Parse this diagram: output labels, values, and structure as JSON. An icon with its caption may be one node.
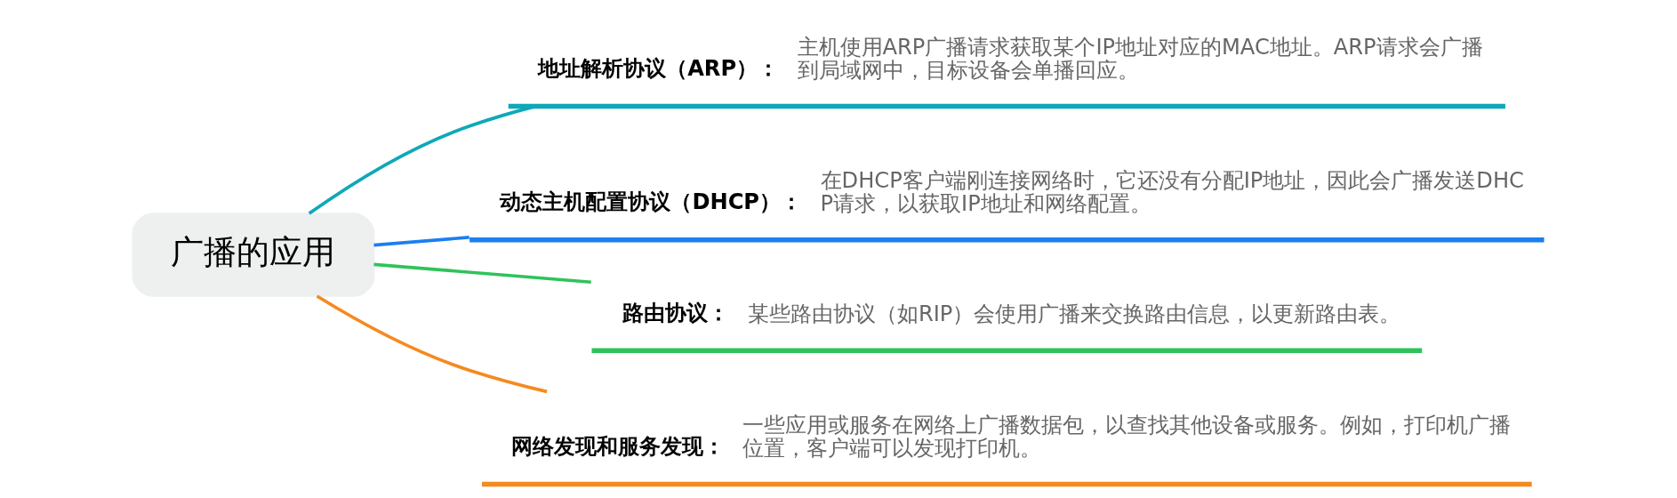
{
  "diagram": {
    "nodes": [
      {
        "text": [
          "广播的应用"
        ]
      },
      {
        "text": [
          "地址解析协议（ARP）：",
          "主机使用ARP广播请求获取某个IP地址对应的MAC地址。ARP请求会广播到局域网中，目标设备会单播回应。"
        ]
      },
      {
        "text": [
          "动态主机配置协议（DHCP）：",
          "在DHCP客户端刚连接网络时，它还没有分配IP地址，因此会广播发送DHCP请求，以获取IP地址和网络配置。"
        ]
      },
      {
        "text": [
          "路由协议：",
          "某些路由协议（如RIP）会使用广播来交换路由信息，以更新路由表。"
        ]
      },
      {
        "text": [
          "网络发现和服务发现：",
          "一些应用或服务在网络上广播数据包，以查找其他设备或服务。例如，打印机广播位置，客户端可以发现打印机。"
        ]
      }
    ],
    "edges": [
      {
        "from": 0,
        "to": 1,
        "arrow": "none",
        "color": "#0fa8b8"
      },
      {
        "from": 0,
        "to": 2,
        "arrow": "none",
        "color": "#1a7ff0"
      },
      {
        "from": 0,
        "to": 3,
        "arrow": "none",
        "color": "#2ec35a"
      },
      {
        "from": 0,
        "to": 4,
        "arrow": "none",
        "color": "#f58a1f"
      }
    ]
  }
}
